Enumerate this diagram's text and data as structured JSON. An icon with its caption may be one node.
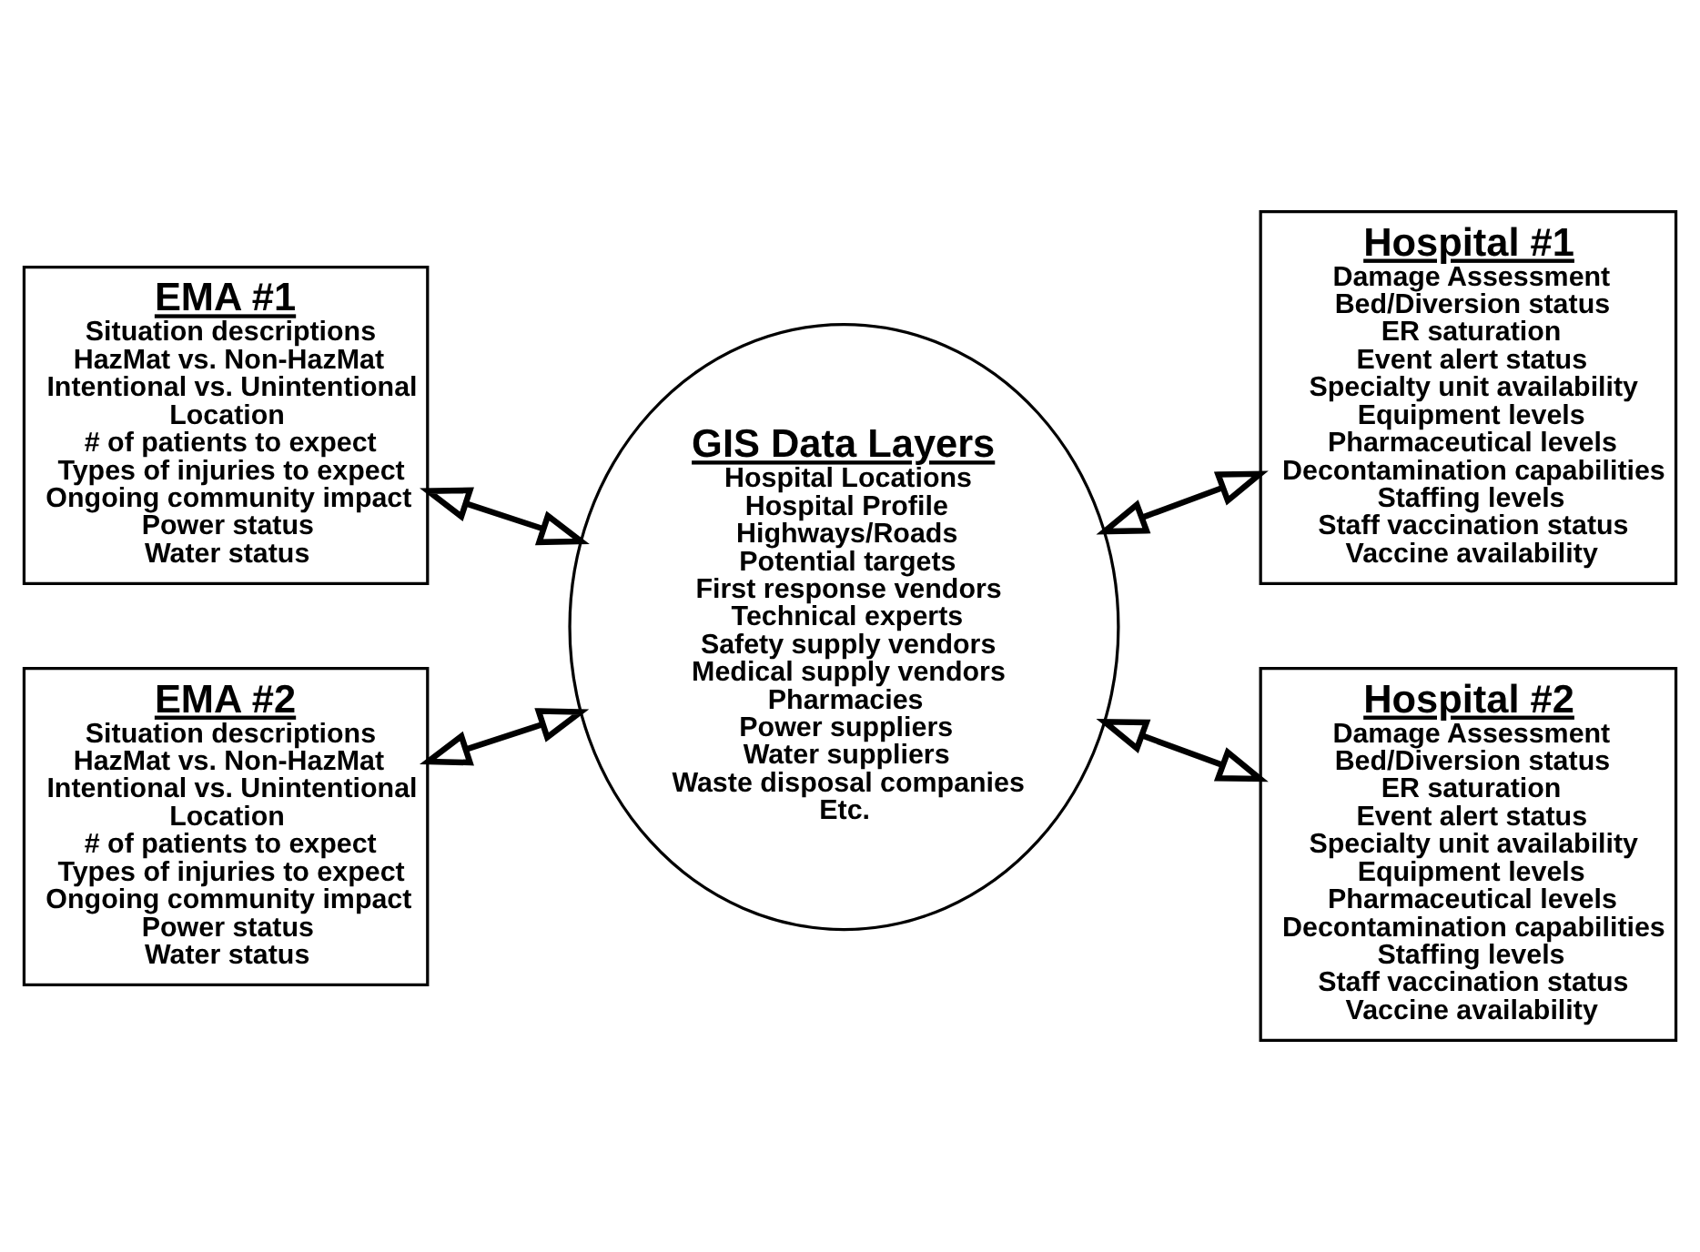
{
  "diagram": {
    "nodes": [
      {
        "text": [
          "EMA #1",
          "Situation descriptions",
          "HazMat vs. Non-HazMat",
          "Intentional vs. Unintentional",
          "Location",
          "# of patients to expect",
          "Types of injuries to expect",
          "Ongoing community impact",
          "Power status",
          "Water status"
        ]
      },
      {
        "text": [
          "Hospital #1",
          "Damage Assessment",
          "Bed/Diversion status",
          "ER saturation",
          "Event alert status",
          "Specialty unit availability",
          "Equipment levels",
          "Pharmaceutical levels",
          "Decontamination capabilities",
          "Staffing levels",
          "Staff vaccination status",
          "Vaccine availability"
        ]
      },
      {
        "text": [
          "GIS Data Layers",
          "Hospital Locations",
          "Hospital Profile",
          "Highways/Roads",
          "Potential targets",
          "First response vendors",
          "Technical experts",
          "Safety supply vendors",
          "Medical supply vendors",
          "Pharmacies",
          "Power suppliers",
          "Water suppliers",
          "Waste disposal companies",
          "Etc."
        ]
      },
      {
        "text": [
          "EMA #2",
          "Situation descriptions",
          "HazMat vs. Non-HazMat",
          "Intentional vs. Unintentional",
          "Location",
          "# of patients to expect",
          "Types of injuries to expect",
          "Ongoing community impact",
          "Power status",
          "Water status"
        ]
      },
      {
        "text": [
          "Hospital #2",
          "Damage Assessment",
          "Bed/Diversion status",
          "ER saturation",
          "Event alert status",
          "Specialty unit availability",
          "Equipment levels",
          "Pharmaceutical levels",
          "Decontamination capabilities",
          "Staffing levels",
          "Staff vaccination status",
          "Vaccine availability"
        ]
      }
    ],
    "edges": [
      {
        "from": 0,
        "to": 2,
        "arrow": "both"
      },
      {
        "from": 2,
        "to": 1,
        "arrow": "both"
      },
      {
        "from": 3,
        "to": 2,
        "arrow": "both"
      },
      {
        "from": 2,
        "to": 4,
        "arrow": "both"
      }
    ]
  }
}
